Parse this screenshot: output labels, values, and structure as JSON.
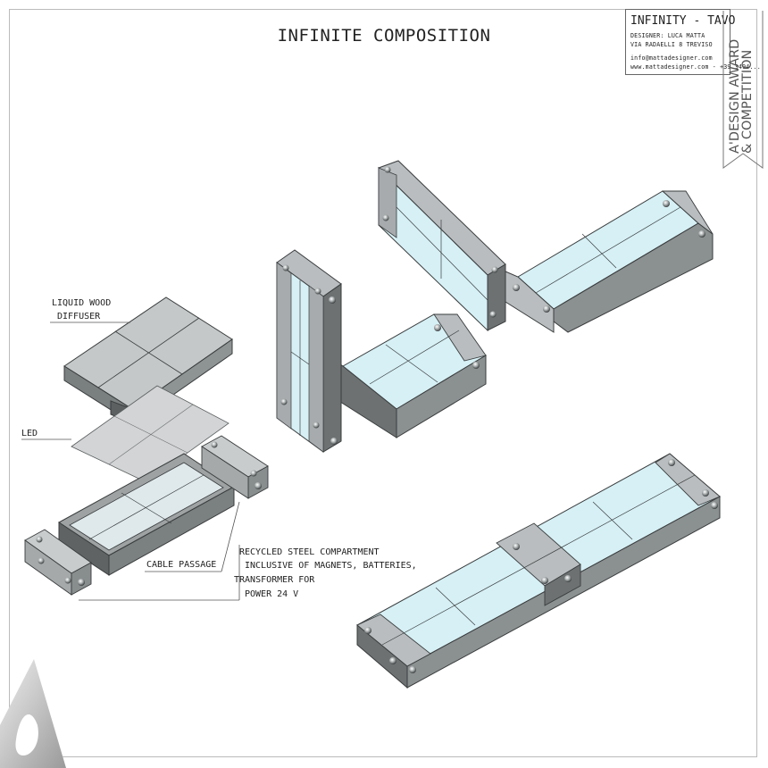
{
  "title": "INFINITE COMPOSITION",
  "title_block": {
    "heading": "INFINITY - TAVO",
    "designer": "DESIGNER: LUCA MATTA",
    "address": "VIA RADAELLI 8 TREVISO",
    "email": "info@mattadesigner.com",
    "contact": "www.mattadesigner.com - +39 3494..."
  },
  "award": {
    "line1": "A'DESIGN AWARD",
    "line2": "& COMPETITION"
  },
  "labels": {
    "diffuser_1": "LIQUID WOOD",
    "diffuser_2": "DIFFUSER",
    "led": "LED",
    "cable": "CABLE PASSAGE",
    "compartment_1": "RECYCLED STEEL COMPARTMENT",
    "compartment_2": "INCLUSIVE OF MAGNETS, BATTERIES,",
    "compartment_3": "TRANSFORMER FOR",
    "compartment_4": "POWER 24 V"
  },
  "colors": {
    "panel": "#d6f0f5",
    "metal": "#b9bdbf",
    "metal_dark": "#6f7475",
    "line": "#3a3d3e"
  }
}
